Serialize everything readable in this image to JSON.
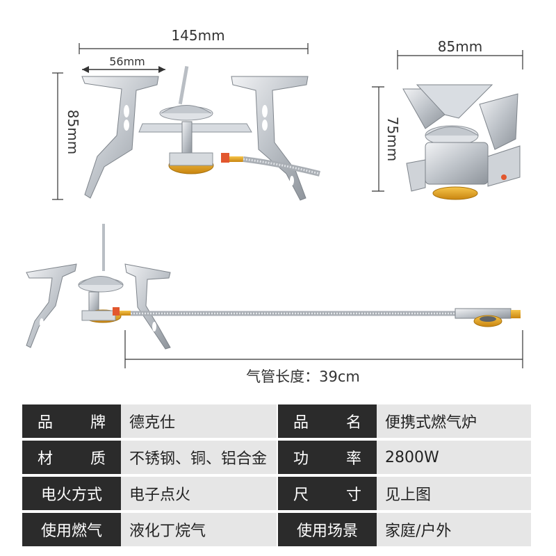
{
  "dimensions": {
    "top_left_width": "145mm",
    "top_left_inner_width": "56mm",
    "top_left_height": "85mm",
    "top_right_width": "85mm",
    "top_right_height": "75mm",
    "hose_length": "气管长度：39cm"
  },
  "colors": {
    "steel": "#c9cdd2",
    "brass": "#e0a228",
    "red_valve": "#e2572e",
    "key_bg": "#2b2b2b",
    "val_bg": "#e6e6e6"
  },
  "specs": [
    {
      "k1": [
        "品",
        "牌"
      ],
      "v1": "德克仕",
      "k2": [
        "品",
        "名"
      ],
      "v2": "便携式燃气炉"
    },
    {
      "k1": [
        "材",
        "质"
      ],
      "v1": "不锈钢、铜、铝合金",
      "k2": [
        "功",
        "率"
      ],
      "v2": "2800W"
    },
    {
      "k1": [
        "电火方式"
      ],
      "v1": "电子点火",
      "k2": [
        "尺",
        "寸"
      ],
      "v2": "见上图"
    },
    {
      "k1": [
        "使用燃气"
      ],
      "v1": "液化丁烷气",
      "k2": [
        "使用场景"
      ],
      "v2": "家庭/户外"
    }
  ]
}
